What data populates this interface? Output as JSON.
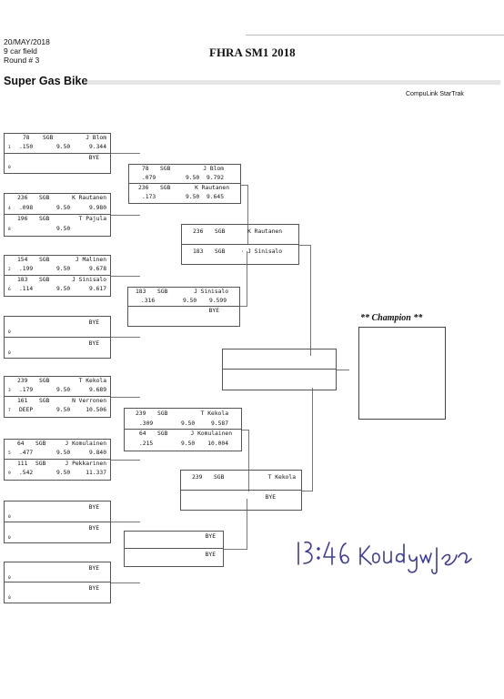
{
  "header": {
    "date": "20/MAY/2018",
    "field": "9 car field",
    "round": "Round # 3",
    "title": "FHRA SM1 2018",
    "class_name": "Super Gas Bike",
    "software": "CompuLink StarTrak"
  },
  "round1": [
    {
      "top": {
        "num": "78",
        "cls": "SGB",
        "name": "J Blom",
        "lane": "1",
        "rt": ".150",
        "dial": "9.50",
        "et": "9.344"
      },
      "bot": {
        "name": "BYE",
        "lane": "0"
      }
    },
    {
      "top": {
        "num": "236",
        "cls": "SGB",
        "name": "K Rautanen",
        "lane": "4",
        "rt": ".098",
        "dial": "9.50",
        "et": "9.980"
      },
      "bot": {
        "num": "196",
        "cls": "SGB",
        "name": "T Pajula",
        "lane": "8",
        "rt": "",
        "dial": "9.50",
        "et": ""
      }
    },
    {
      "top": {
        "num": "154",
        "cls": "SGB",
        "name": "J Malinen",
        "lane": "2",
        "rt": ".199",
        "dial": "9.50",
        "et": "9.678"
      },
      "bot": {
        "num": "183",
        "cls": "SGB",
        "name": "J Sinisalo",
        "lane": "6",
        "rt": ".114",
        "dial": "9.50",
        "et": "9.617"
      }
    },
    {
      "top": {
        "name": "BYE",
        "lane": "0"
      },
      "bot": {
        "name": "BYE",
        "lane": "0"
      }
    },
    {
      "top": {
        "num": "239",
        "cls": "SGB",
        "name": "T Kekola",
        "lane": "3",
        "rt": ".179",
        "dial": "9.50",
        "et": "9.689"
      },
      "bot": {
        "num": "161",
        "cls": "SGB",
        "name": "N Verronen",
        "lane": "7",
        "rt": "DEEP",
        "dial": "9.50",
        "et": "10.506"
      }
    },
    {
      "top": {
        "num": "64",
        "cls": "SGB",
        "name": "J Komulainen",
        "lane": "5",
        "rt": ".477",
        "dial": "9.50",
        "et": "9.840"
      },
      "bot": {
        "num": "111",
        "cls": "SGB",
        "name": "J Pekkarinen",
        "lane": "9",
        "rt": ".542",
        "dial": "9.50",
        "et": "11.337"
      }
    },
    {
      "top": {
        "name": "BYE",
        "lane": "0"
      },
      "bot": {
        "name": "BYE",
        "lane": "0"
      }
    },
    {
      "top": {
        "name": "BYE",
        "lane": "0"
      },
      "bot": {
        "name": "BYE",
        "lane": "0"
      }
    }
  ],
  "round2": [
    {
      "top": {
        "num": "78",
        "cls": "SGB",
        "name": "J Blom",
        "rt": ".079",
        "dial": "9.50",
        "et": "9.792"
      },
      "bot": {
        "num": "236",
        "cls": "SGB",
        "name": "K Rautanen",
        "rt": ".173",
        "dial": "9.50",
        "et": "9.645"
      }
    },
    {
      "top": {
        "num": "183",
        "cls": "SGB",
        "name": "J Sinisalo",
        "rt": ".316",
        "dial": "9.50",
        "et": "9.599"
      },
      "bot": {
        "name": "BYE"
      }
    },
    {
      "top": {
        "num": "239",
        "cls": "SGB",
        "name": "T Kekola",
        "rt": ".309",
        "dial": "9.50",
        "et": "9.587"
      },
      "bot": {
        "num": "64",
        "cls": "SGB",
        "name": "J Komulainen",
        "rt": ".215",
        "dial": "9.50",
        "et": "10.004"
      }
    },
    {
      "top": {
        "name": "BYE"
      },
      "bot": {
        "name": "BYE"
      }
    }
  ],
  "round3": [
    {
      "top": {
        "num": "236",
        "cls": "SGB",
        "name": "K Rautanen"
      },
      "bot": {
        "num": "183",
        "cls": "SGB",
        "name": "· J Sinisalo"
      }
    },
    {
      "top": {
        "num": "239",
        "cls": "SGB",
        "name": "T Kekola"
      },
      "bot": {
        "name": "BYE"
      }
    }
  ],
  "champion": {
    "label": "** Champion **"
  }
}
